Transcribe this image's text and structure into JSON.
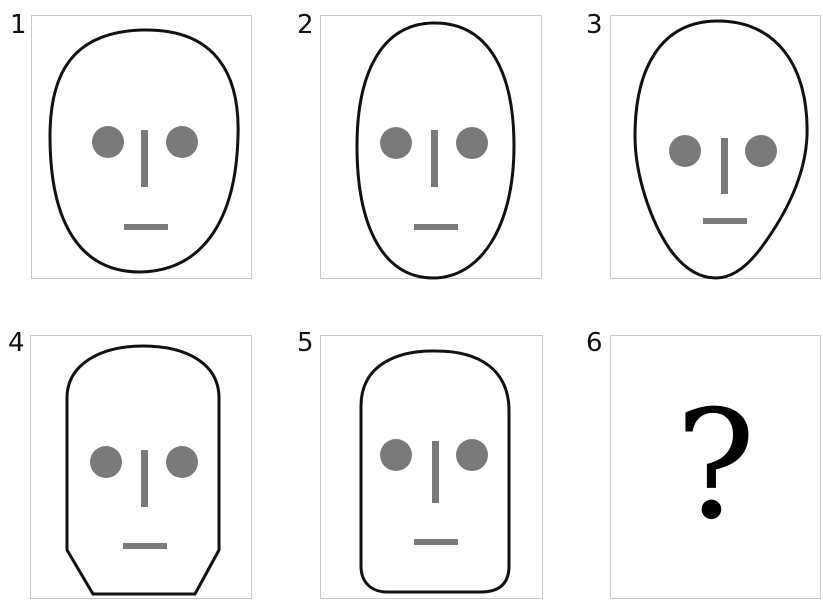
{
  "panels": [
    {
      "number": "1",
      "shape": "round-oval"
    },
    {
      "number": "2",
      "shape": "tall-oval"
    },
    {
      "number": "3",
      "shape": "pointed-chin"
    },
    {
      "number": "4",
      "shape": "cut-corner-chin"
    },
    {
      "number": "5",
      "shape": "rounded-rectangle"
    },
    {
      "number": "6",
      "shape": "unknown",
      "mark": "?"
    }
  ],
  "colors": {
    "outline": "#111111",
    "feature": "#7a7a7a",
    "panel_border": "#c8c8c8"
  }
}
